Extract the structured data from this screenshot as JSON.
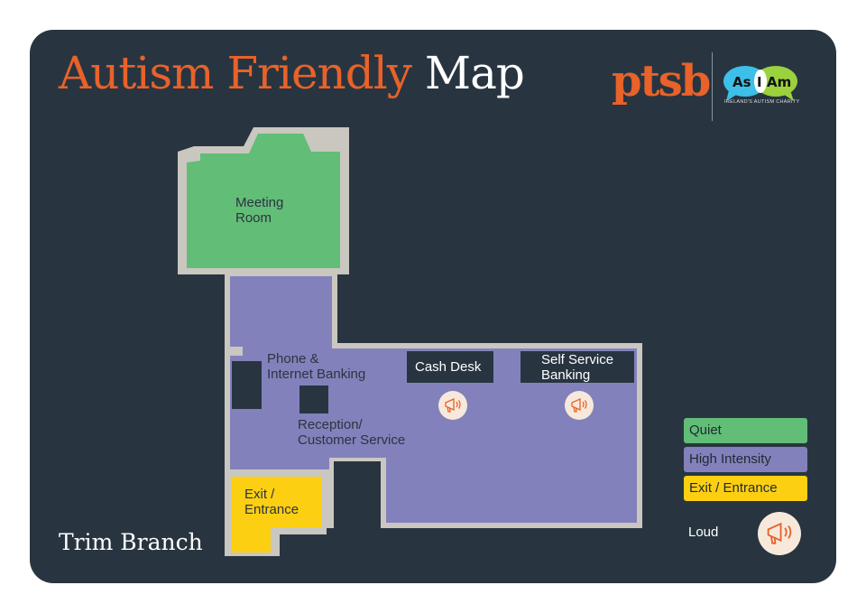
{
  "title": {
    "part1": "Autism Friendly",
    "part2": "Map"
  },
  "branch": "Trim Branch",
  "logos": {
    "ptsb": "ptsb",
    "asiam": "As I Am",
    "asiam_tagline": "IRELAND'S AUTISM CHARITY"
  },
  "rooms": {
    "meeting": "Meeting Room",
    "meeting_l1": "Meeting",
    "meeting_l2": "Room",
    "phone_l1": "Phone &",
    "phone_l2": "Internet Banking",
    "reception_l1": "Reception/",
    "reception_l2": "Customer Service",
    "cash_desk": "Cash Desk",
    "self_l1": "Self Service",
    "self_l2": "Banking",
    "exit_l1": "Exit /",
    "exit_l2": "Entrance"
  },
  "legend": [
    {
      "label": "Quiet",
      "color": "#62bd77"
    },
    {
      "label": "High Intensity",
      "color": "#8381bb"
    },
    {
      "label": "Exit / Entrance",
      "color": "#fccf12"
    }
  ],
  "loud_label": "Loud",
  "icons": {
    "loud": "megaphone-icon"
  }
}
